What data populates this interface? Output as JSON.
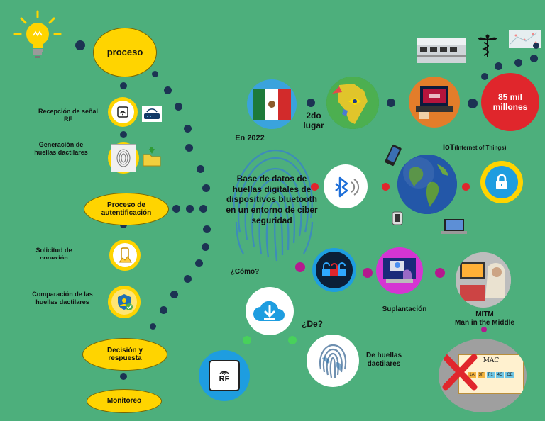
{
  "left": {
    "proceso": "proceso",
    "recepcion": "Recepción de señal RF",
    "generacion": "Generación de huellas dactilares",
    "autenticacion": "Proceso de autentificación",
    "solicitud": "Solicitud de conexión",
    "comparacion": "Comparación de las huellas dactilares",
    "decision": "Decisión y respuesta",
    "monitoreo": "Monitoreo"
  },
  "center": {
    "title": "Base de datos de huellas digitales de dispositivos bluetooth en un entorno de ciber seguridad",
    "en_2022": "En 2022",
    "segundo_lugar": "2do lugar",
    "mil_millones": "85 mil millones",
    "iot": "IoT",
    "iot_sub": "(Internet of Things)",
    "como": "¿Cómo?",
    "suplantacion": "Suplantación",
    "mitm_1": "MITM",
    "mitm_2": "Man in the Middle",
    "de": "¿De?",
    "de_huellas": "De huellas dactilares",
    "rf": "RF",
    "mac_title": "MAC",
    "mac_cells": [
      "1A",
      "3F",
      "F1",
      "4C",
      "CE"
    ]
  },
  "colors": {
    "background": "#4daf7c",
    "yellow": "#ffd400",
    "navy": "#1c3353",
    "red": "#e0262c",
    "magenta": "#b41a8e",
    "blue": "#1e9de0"
  }
}
